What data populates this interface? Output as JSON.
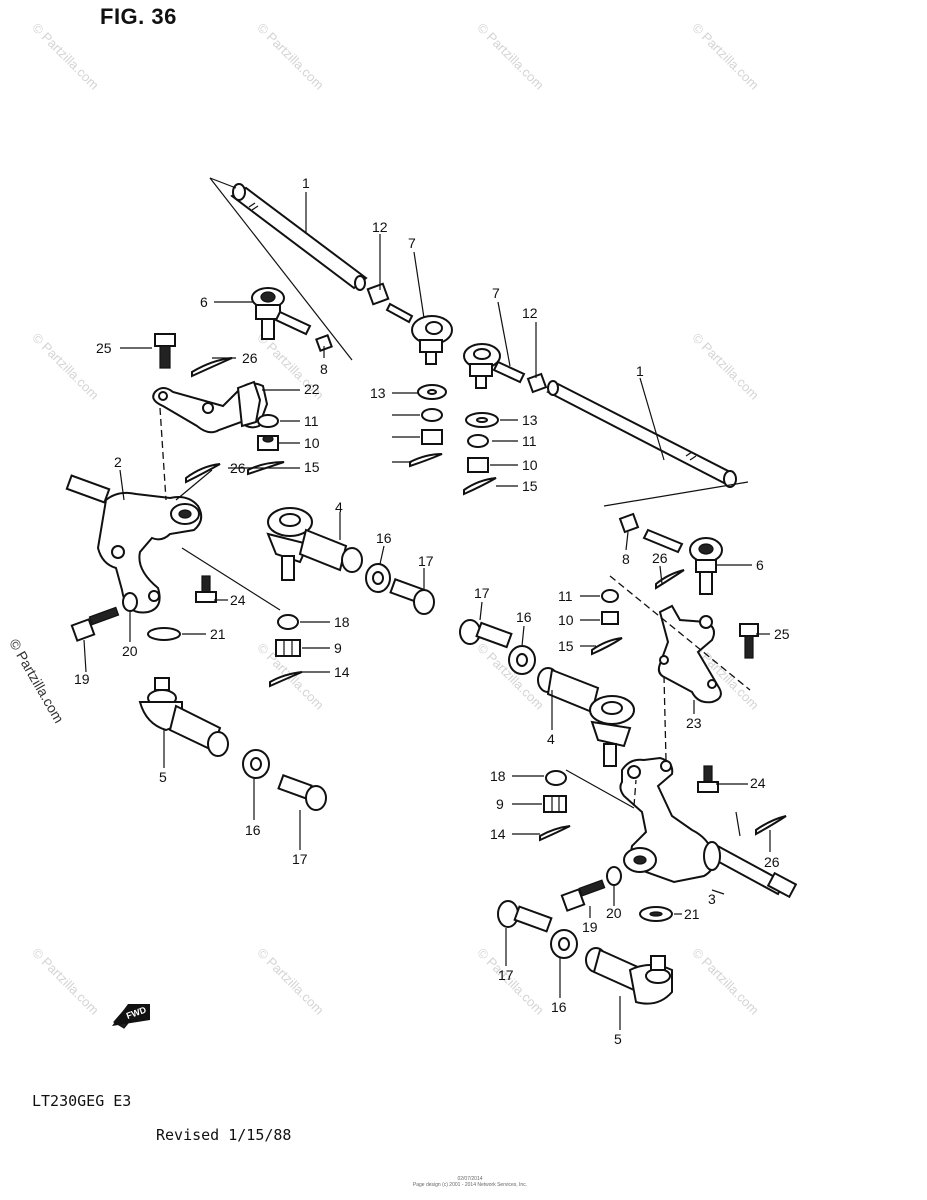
{
  "figure_title": "FIG. 36",
  "model_code": "LT230GEG E3",
  "revised": "Revised 1/15/88",
  "fwd_label": "FWD",
  "copyright_side": "© Partzilla.com",
  "watermark": "© Partzilla.com",
  "footer_line1": "02/07/2014",
  "footer_line2": "Page design (c) 2001 - 2014 Network Services, Inc.",
  "callouts": [
    "1",
    "12",
    "7",
    "6",
    "8",
    "25",
    "26",
    "22",
    "11",
    "10",
    "15",
    "13",
    "7",
    "12",
    "1",
    "13",
    "11",
    "10",
    "15",
    "2",
    "26",
    "4",
    "16",
    "17",
    "8",
    "6",
    "26",
    "24",
    "18",
    "9",
    "14",
    "20",
    "21",
    "19",
    "17",
    "16",
    "11",
    "10",
    "15",
    "25",
    "23",
    "4",
    "5",
    "16",
    "17",
    "18",
    "9",
    "14",
    "24",
    "26",
    "3",
    "19",
    "20",
    "21",
    "17",
    "16",
    "5"
  ]
}
